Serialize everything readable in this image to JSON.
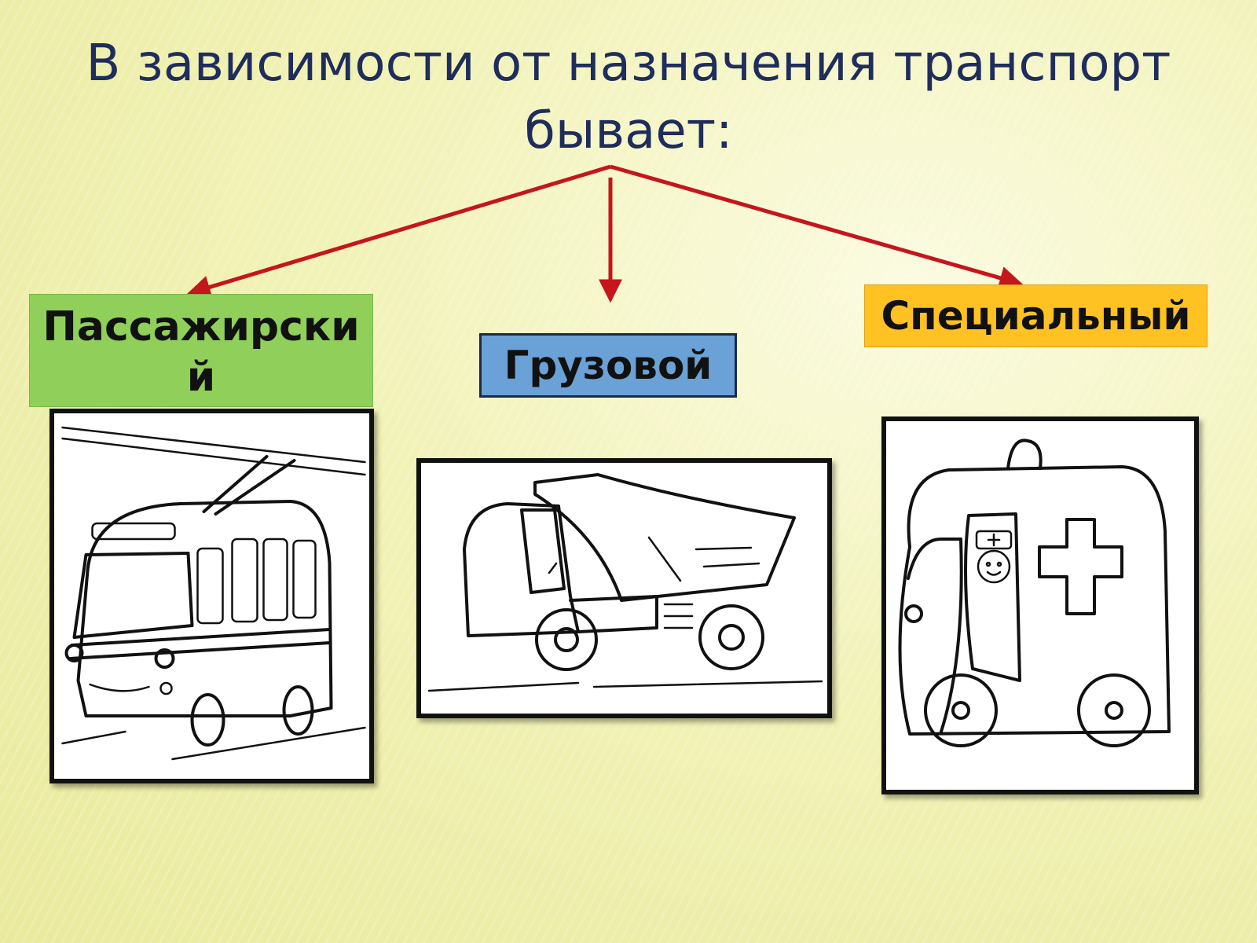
{
  "title": "В зависимости от назначения транспорт бывает:",
  "categories": [
    {
      "label": "Пассажирский",
      "color": "#8fcf5a",
      "icon": "trolleybus-icon"
    },
    {
      "label": "Грузовой",
      "color": "#6aa1d6",
      "icon": "dump-truck-icon"
    },
    {
      "label": "Специальный",
      "color": "#ffc222",
      "icon": "ambulance-icon"
    }
  ],
  "arrow_color": "#c4161c",
  "title_color": "#1f2d5c"
}
